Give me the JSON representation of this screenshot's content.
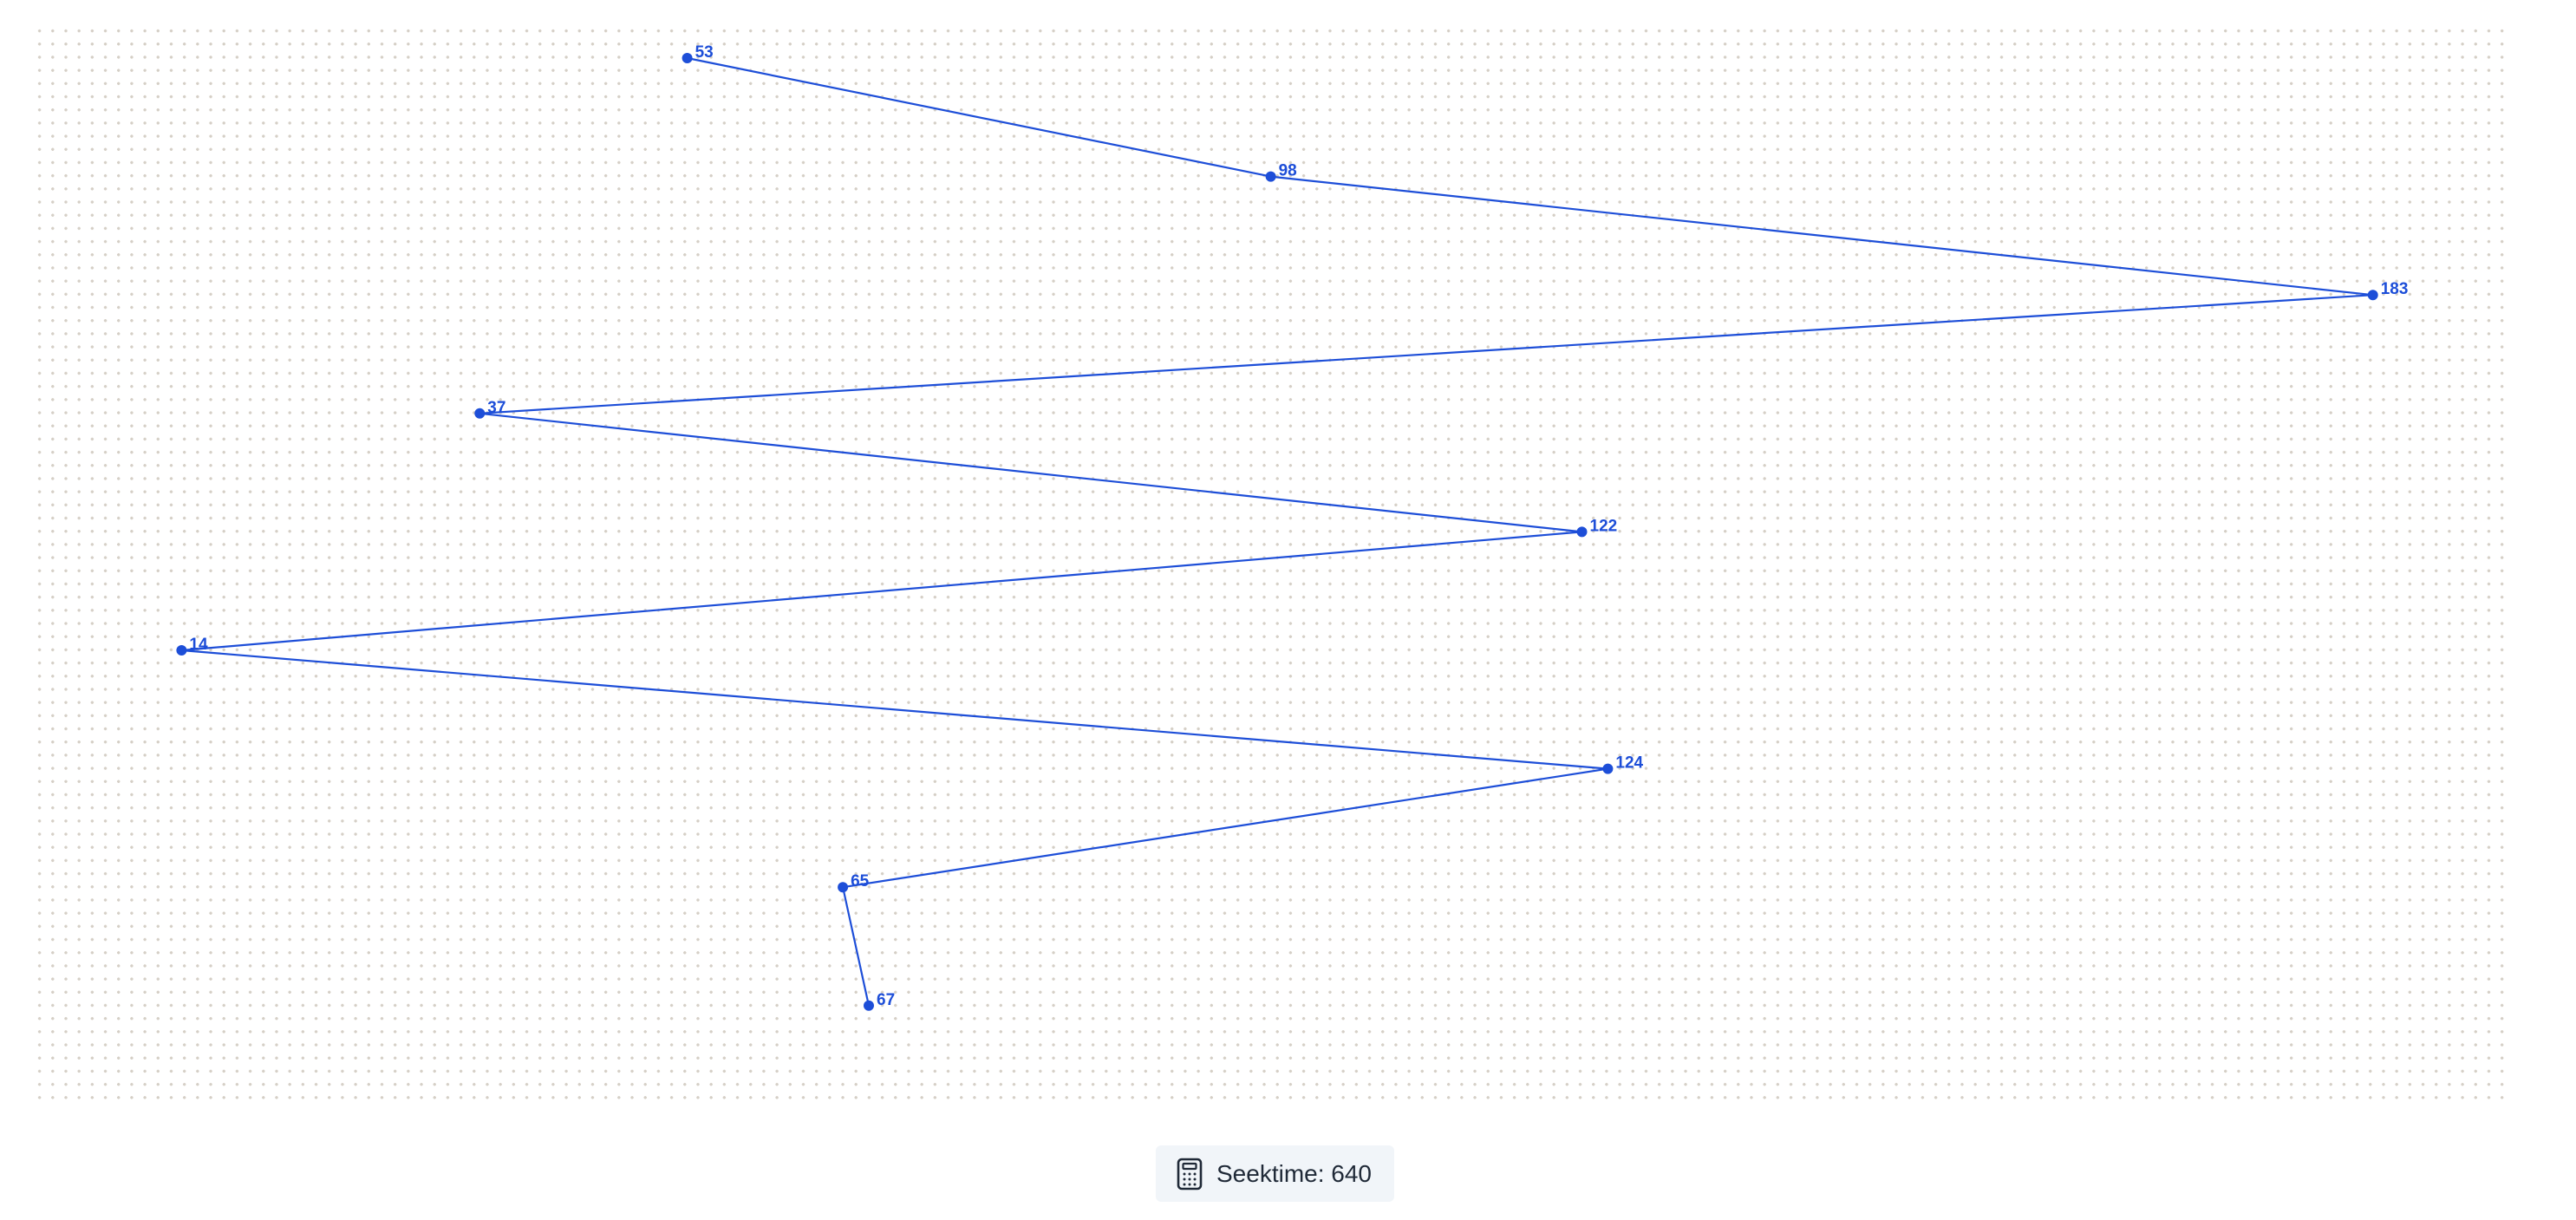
{
  "chart_data": {
    "type": "line",
    "title": "",
    "xlabel": "",
    "ylabel": "",
    "xlim": [
      0,
      199
    ],
    "sequence": [
      53,
      98,
      183,
      37,
      122,
      14,
      124,
      65,
      67
    ],
    "series": [
      {
        "values": [
          53,
          98,
          183,
          37,
          122,
          14,
          124,
          65,
          67
        ],
        "color": "#1d4ed8"
      }
    ],
    "grid": "dotted background"
  },
  "footer": {
    "seektime_label": "Seektime:",
    "seektime_value": "640",
    "icon": "calculator-icon"
  },
  "colors": {
    "line": "#1d4ed8",
    "background": "#ffffff",
    "footer_bg": "#f1f5f9"
  }
}
